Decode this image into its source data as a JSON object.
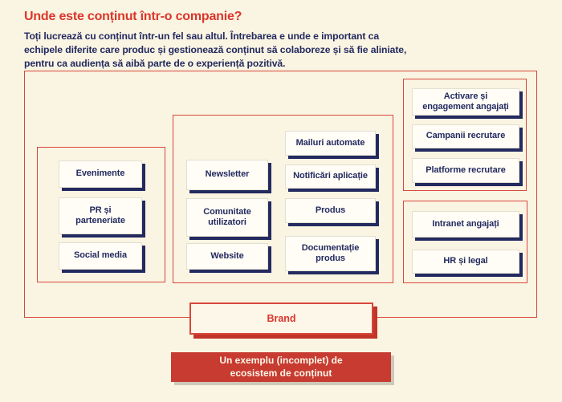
{
  "page": {
    "title": "Unde este conținut într-o companie?",
    "subtitle_lines": [
      "Toți lucrează cu conținut într-un fel sau altul. Întrebarea e unde e important ca",
      "echipele diferite care produc și gestionează conținut să colaboreze și să fie aliniate,",
      "pentru ca audiența să aibă parte de o experiență pozitivă."
    ]
  },
  "diagram": {
    "group_left": [
      "Evenimente",
      "PR și parteneriate",
      "Social media"
    ],
    "group_middle_left": [
      "Newsletter",
      "Comunitate utilizatori",
      "Website"
    ],
    "group_middle_right": [
      "Mailuri automate",
      "Notificări aplicație",
      "Produs",
      "Documentație produs"
    ],
    "group_right_top": [
      "Activare și engagement angajați",
      "Campanii recrutare",
      "Platforme recrutare"
    ],
    "group_right_bottom": [
      "Intranet angajați",
      "HR și legal"
    ],
    "brand_label": "Brand",
    "caption_lines": [
      "Un exemplu (incomplet) de",
      "ecosistem de conținut"
    ]
  },
  "colors": {
    "background": "#FAF4E2",
    "red_line": "#D8473C",
    "red_text": "#DB352B",
    "navy": "#232A60",
    "node_fill": "#FFFDF6",
    "node_shadow": "#232A60",
    "brand_fill": "#FCF7E8",
    "brand_shadow": "#C23529",
    "caption_fill": "#C73B31",
    "caption_text": "#FDF7E8",
    "caption_shadow": "#CDC9BA"
  }
}
